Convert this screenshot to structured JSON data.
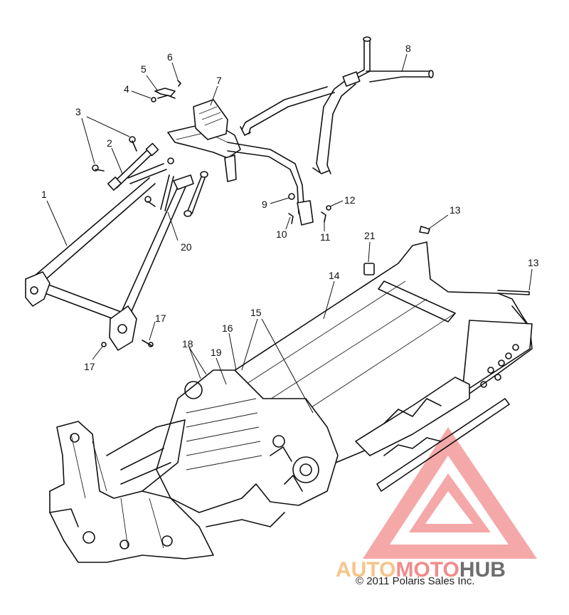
{
  "callouts": {
    "c1": "1",
    "c2": "2",
    "c3": "3",
    "c4": "4",
    "c5": "5",
    "c6": "6",
    "c7": "7",
    "c8": "8",
    "c9": "9",
    "c10": "10",
    "c11": "11",
    "c12": "12",
    "c13a": "13",
    "c13b": "13",
    "c14": "14",
    "c15": "15",
    "c16": "16",
    "c17a": "17",
    "c17b": "17",
    "c18": "18",
    "c19": "19",
    "c20": "20",
    "c21": "21"
  },
  "watermark": {
    "part1": "AUTO",
    "part2": "MOTO",
    "part3": "HUB",
    "color_light": "#f6c48a",
    "color_red": "#f28b8b",
    "color_dark": "#6e6e6e"
  },
  "copyright": "© 2011 Polaris Sales Inc."
}
